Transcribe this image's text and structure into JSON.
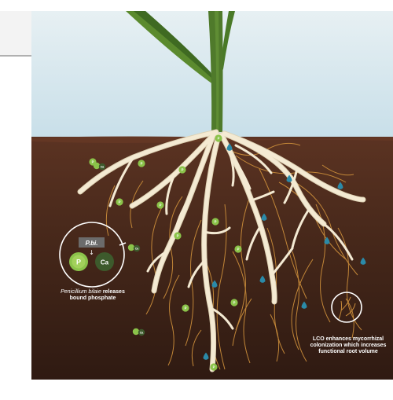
{
  "colors": {
    "sky_top": "#e7f0f3",
    "sky_bottom": "#c9e0ea",
    "soil_top": "#5a3221",
    "soil_bottom": "#2e1912",
    "root": "#f4ead3",
    "root_outline": "#ded2b4",
    "fine_root": "#c98c3a",
    "stem": "#4f7a2b",
    "leaf": "#5b8a2e",
    "leaf_dark": "#3d6420",
    "phosphate": "#8bc34a",
    "calcium": "#3d5a2c",
    "water_drop": "#2b8aa8",
    "inset_ring": "#ffffff",
    "label_box": "#6b6b6b"
  },
  "inset_left": {
    "label": "P.bi.",
    "arrow_glyph": "↓",
    "particle_p": "P",
    "particle_ca": "Ca",
    "caption_italic": "Penicillium bilaie",
    "caption_rest": " releases",
    "caption_line2": "bound phosphate"
  },
  "inset_right": {
    "caption_line1": "LCO enhances mycorrhizal",
    "caption_line2": "colonization which increases",
    "caption_line3": "functional root volume"
  },
  "particle_labels": {
    "p": "P",
    "ca": "Ca"
  },
  "icons": {
    "phosphate": "phosphate-particle-icon",
    "calcium": "calcium-particle-icon",
    "water": "water-drop-icon",
    "arrow": "arrow-down-icon"
  }
}
